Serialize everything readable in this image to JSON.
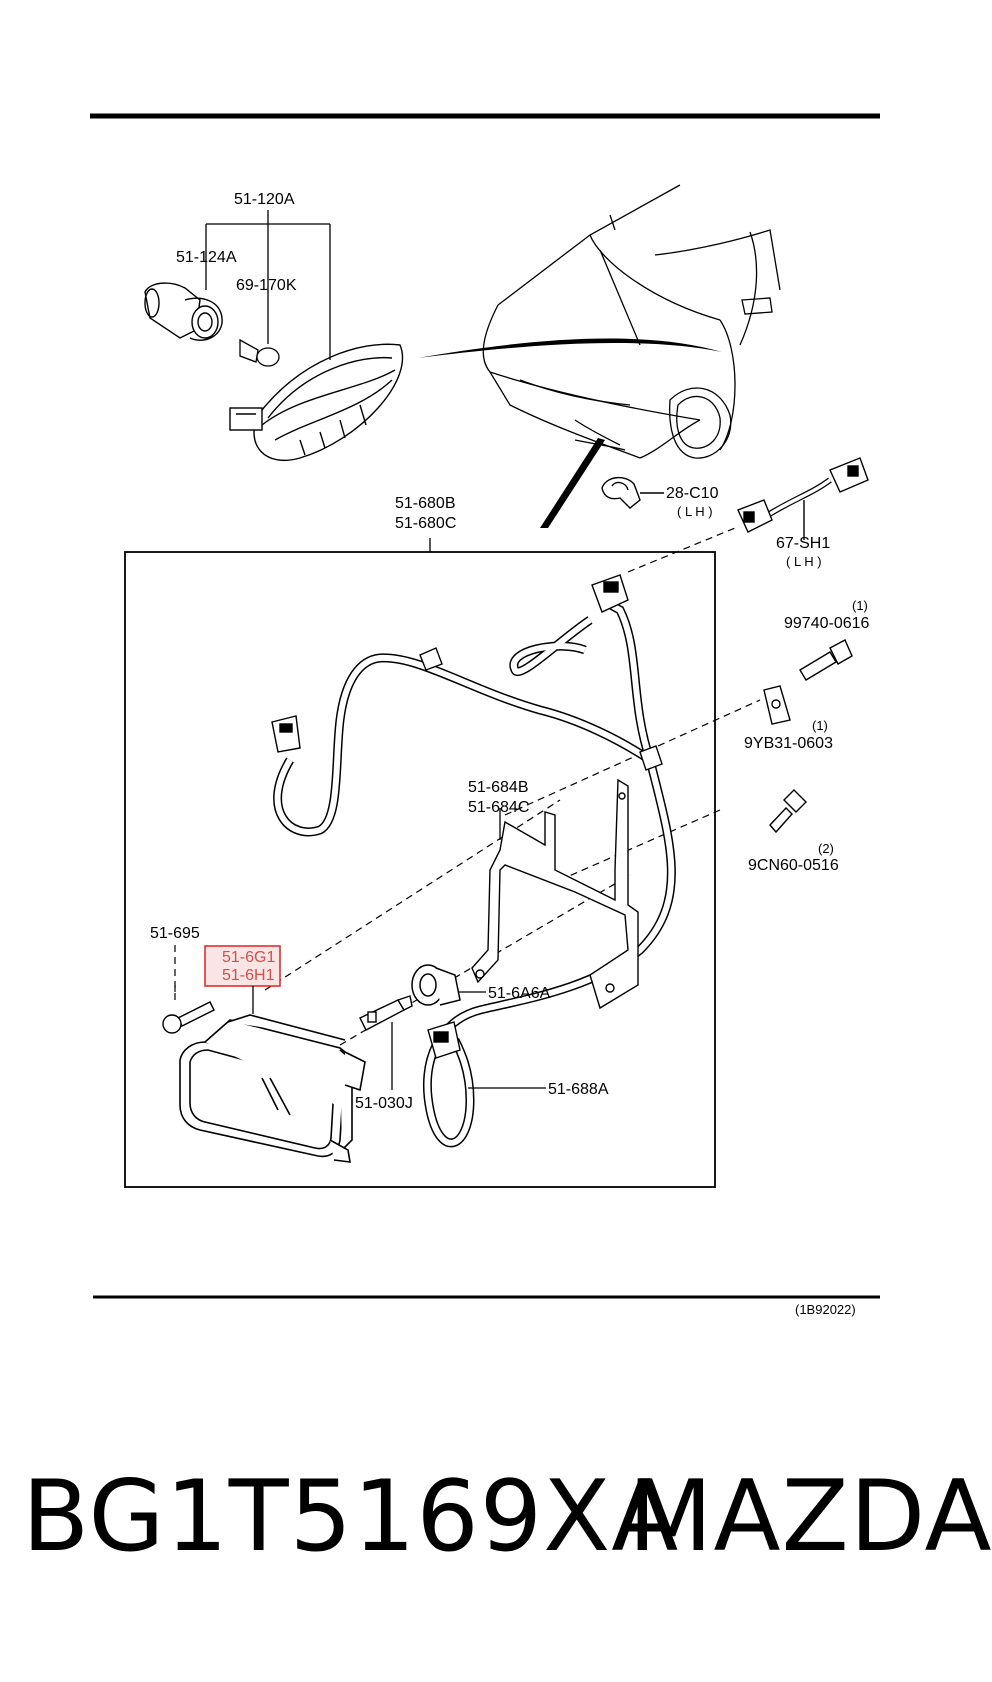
{
  "diagram": {
    "code": "(1B92022)",
    "labels": {
      "l_51_120a": "51-120A",
      "l_51_124a": "51-124A",
      "l_69_170k": "69-170K",
      "l_28_c10": "28-C10",
      "l_28_c10_lh": "( L H )",
      "l_67_sh1": "67-SH1",
      "l_67_sh1_lh": "( L H )",
      "l_51_680b": "51-680B",
      "l_51_680c": "51-680C",
      "l_99740": "99740-0616",
      "l_99740_qty": "(1)",
      "l_9yb31": "9YB31-0603",
      "l_9yb31_qty": "(1)",
      "l_51_684b": "51-684B",
      "l_51_684c": "51-684C",
      "l_9cn60": "9CN60-0516",
      "l_9cn60_qty": "(2)",
      "l_51_695": "51-695",
      "l_51_6g1": "51-6G1",
      "l_51_6h1": "51-6H1",
      "l_51_6a6a": "51-6A6A",
      "l_51_688a": "51-688A",
      "l_51_030j": "51-030J"
    },
    "highlight_color": "#e03030"
  },
  "footer": {
    "part_number": "BG1T5169XA",
    "brand": "MAZDA"
  }
}
